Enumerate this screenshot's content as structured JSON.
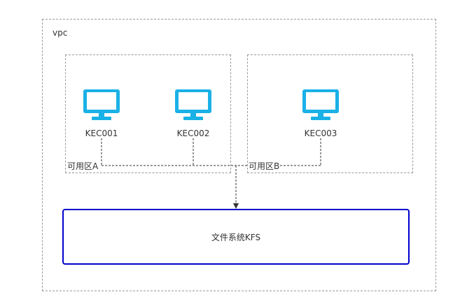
{
  "vpc": {
    "label": "vpc"
  },
  "zones": [
    {
      "label": "可用区A"
    },
    {
      "label": "可用区B"
    }
  ],
  "instances": [
    {
      "label": "KEC001"
    },
    {
      "label": "KEC002"
    },
    {
      "label": "KEC003"
    }
  ],
  "storage": {
    "label": "文件系统KFS"
  },
  "colors": {
    "monitor": "#1ab1e6",
    "kfs_border": "#0000cc",
    "dashed_border": "#9a9a9a",
    "connector": "#333333"
  },
  "icons": {
    "instance": "monitor-icon"
  }
}
